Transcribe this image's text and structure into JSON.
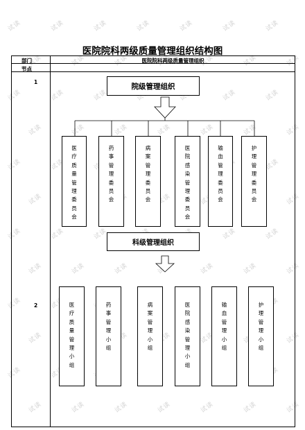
{
  "title": "医院院科两级质量管理组织结构图",
  "table": {
    "dept_label": "部门",
    "dept_value": "医院院科两级质量管理组织",
    "node_label": "节点",
    "row1": "1",
    "row2": "2"
  },
  "level1": {
    "banner": "院级管理组织",
    "committees": [
      "医疗质量管理委员会",
      "药事管理委员会",
      "病案管理委员会",
      "医院感染管理委员会",
      "输血管理委员会",
      "护理管理委员会"
    ]
  },
  "level2": {
    "banner": "科级管理组织",
    "groups": [
      "医疗质量管理小组",
      "药事管理小组",
      "病案管理小组",
      "医院感染管理小组",
      "输血管理小组",
      "护理管理小组"
    ]
  },
  "watermark": "试读"
}
